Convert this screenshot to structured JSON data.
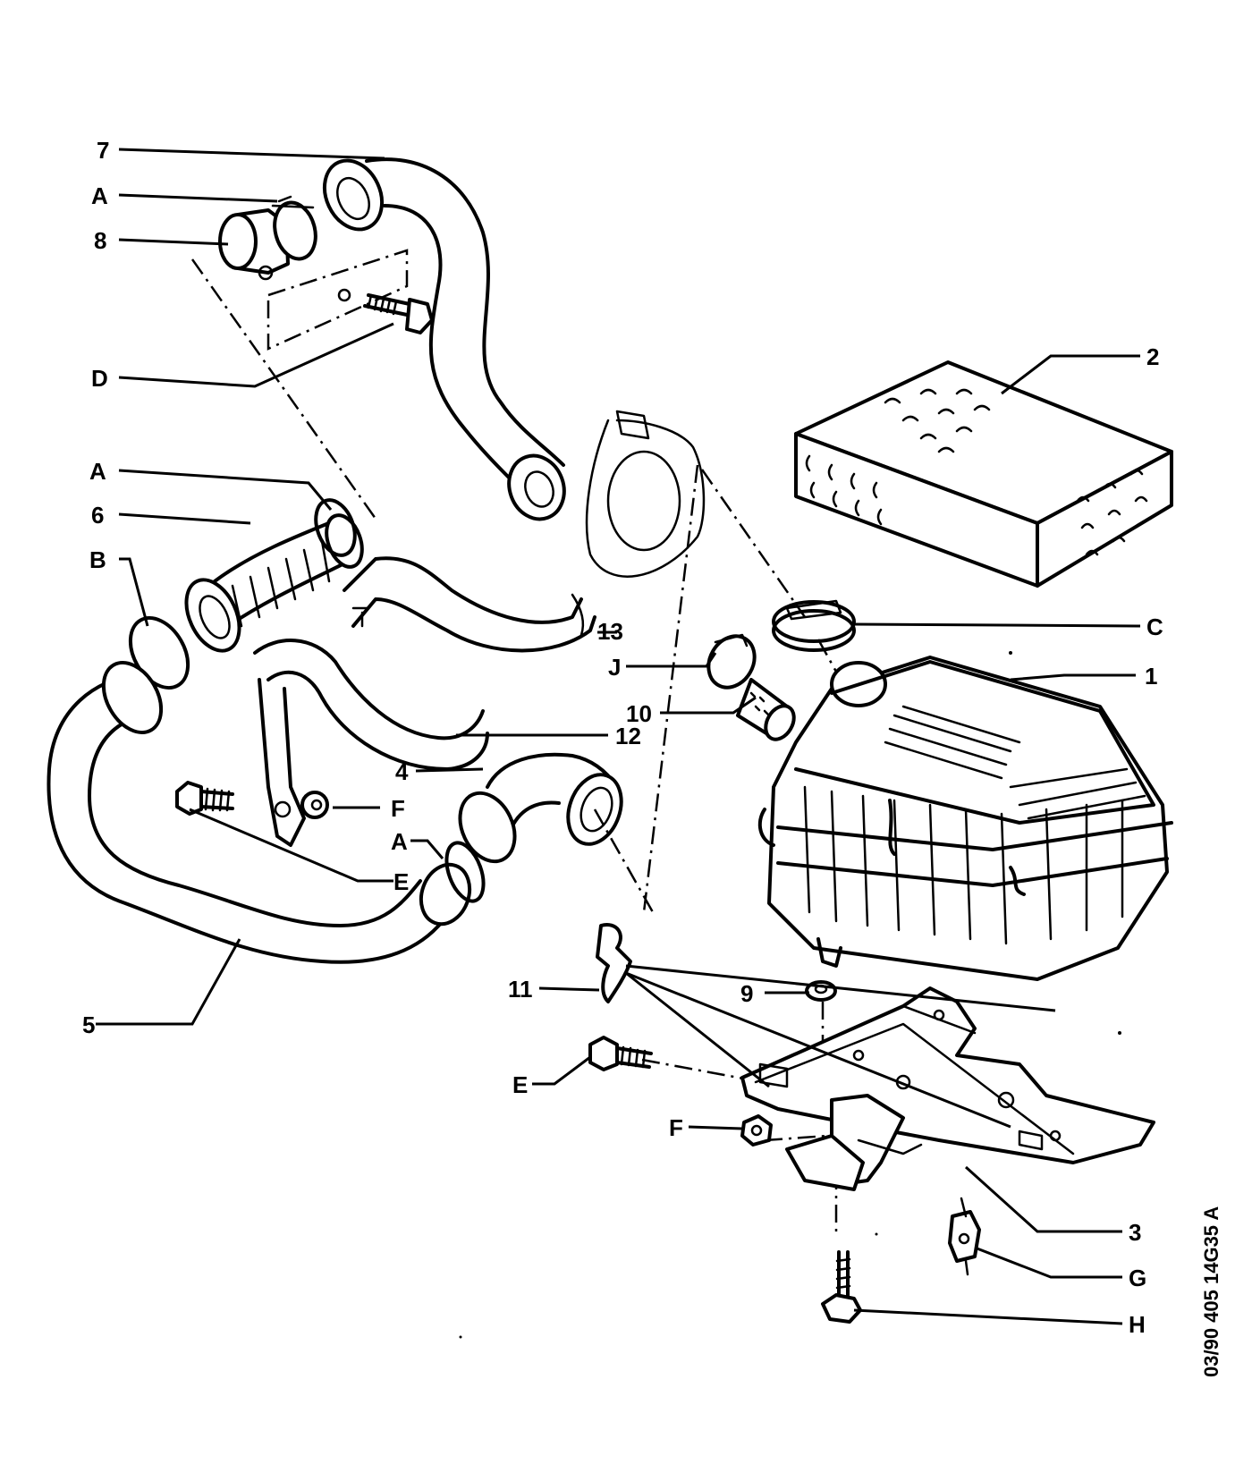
{
  "labels": {
    "n7": "7",
    "a_top": "A",
    "n8": "8",
    "d": "D",
    "a_mid": "A",
    "n6": "6",
    "b": "B",
    "n2": "2",
    "c": "C",
    "n13": "13",
    "j": "J",
    "n1": "1",
    "n10": "10",
    "n12": "12",
    "n4": "4",
    "f_left": "F",
    "a_low": "A",
    "e_left": "E",
    "n5": "5",
    "n11": "11",
    "n9": "9",
    "e_right": "E",
    "f_right": "F",
    "n3": "3",
    "g": "G",
    "h": "H"
  },
  "reference_code": "03/90  405  14G35 A"
}
